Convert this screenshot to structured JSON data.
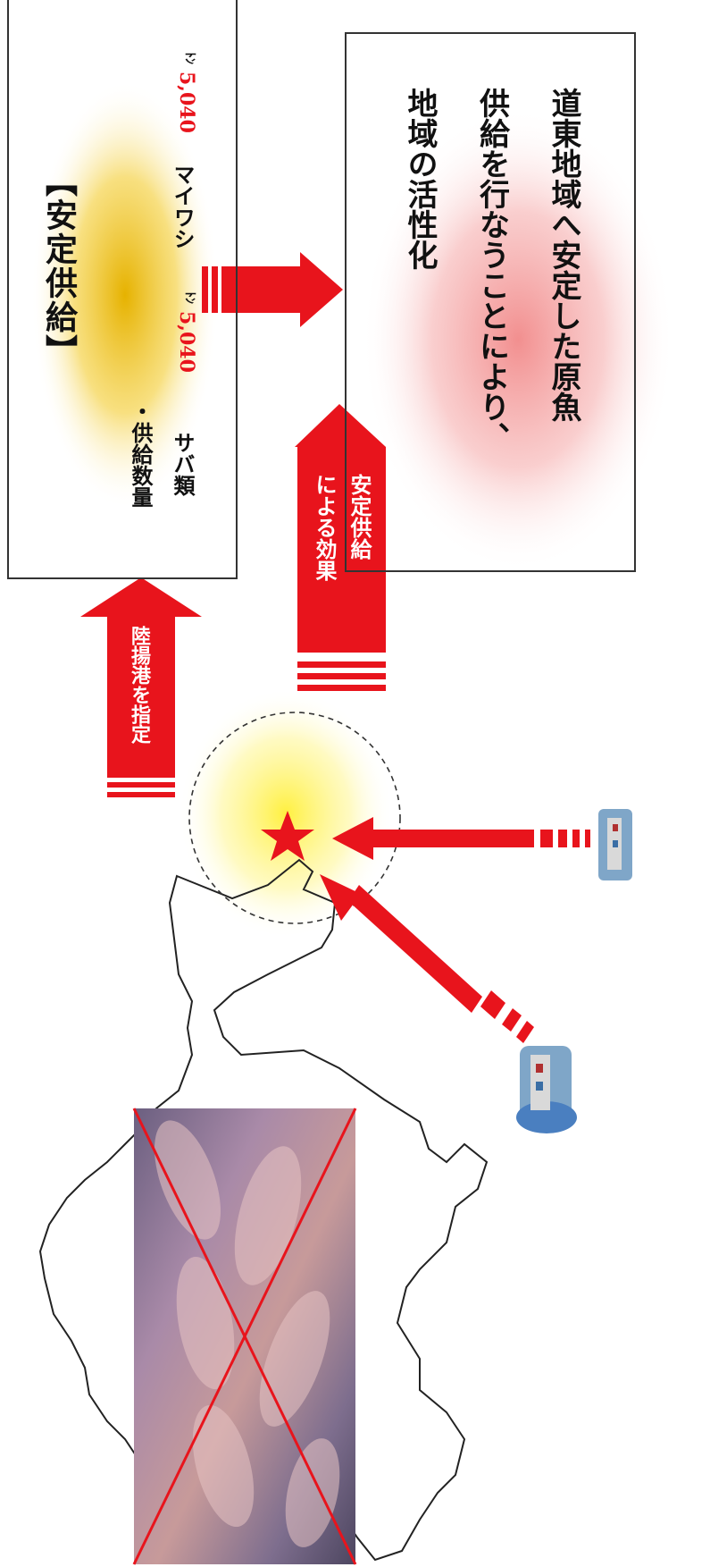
{
  "supply_box": {
    "title": "【安定供給】",
    "item_prefix": "・供給数量",
    "mackerel_label": "サバ類",
    "mackerel_value": "5,040",
    "sardine_label": "マイワシ",
    "sardine_value": "5,040",
    "unit": "ﾄﾝ"
  },
  "effect_box": {
    "line1": "道東地域へ安定した原魚",
    "line2": "供給を行なうことにより、",
    "line3": "地域の活性化"
  },
  "arrows": {
    "port_label": "陸揚港を指定",
    "effect_label_line1": "安定供給",
    "effect_label_line2": "による効果"
  },
  "colors": {
    "arrow_red": "#e8141c",
    "supply_glow": "#f2c200",
    "effect_glow": "#f4a0a0",
    "highlight": "#ffef60"
  }
}
